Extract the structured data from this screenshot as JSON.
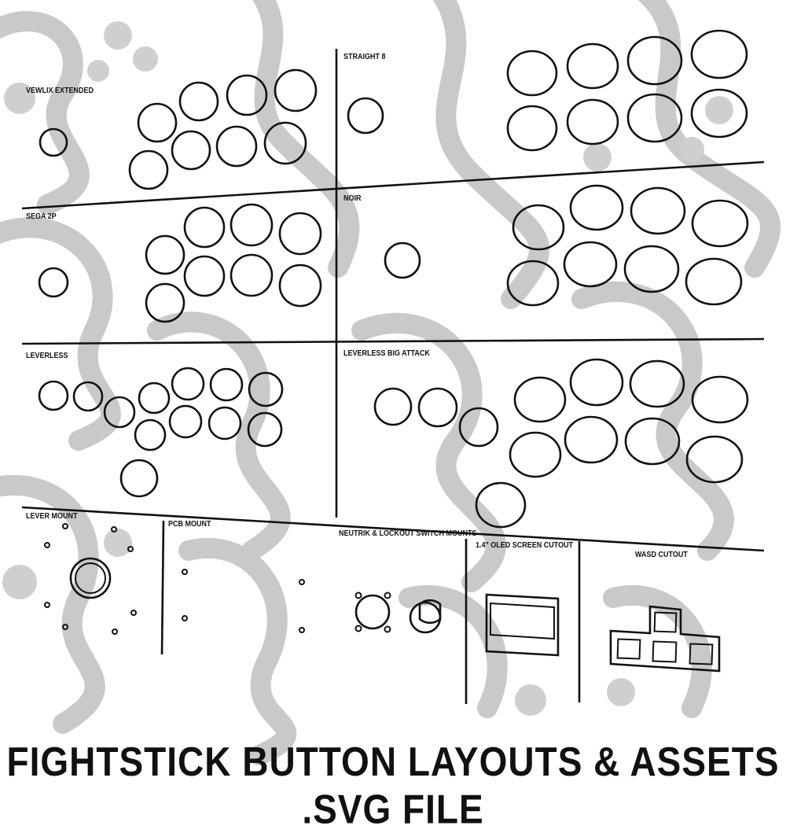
{
  "title": "FIGHTSTICK BUTTON LAYOUTS & ASSETS .SVG FILE",
  "colors": {
    "outline": "#111111",
    "background_pattern": "#c9c9c9",
    "page": "#ffffff"
  },
  "sections": [
    {
      "id": "vewlix-extended",
      "label": "VEWLIX EXTENDED"
    },
    {
      "id": "straight-8",
      "label": "STRAIGHT 8"
    },
    {
      "id": "sega-2p",
      "label": "SEGA 2P"
    },
    {
      "id": "noir",
      "label": "NOIR"
    },
    {
      "id": "leverless",
      "label": "LEVERLESS"
    },
    {
      "id": "leverless-big-attack",
      "label": "LEVERLESS BIG ATTACK"
    },
    {
      "id": "lever-mount",
      "label": "LEVER MOUNT"
    },
    {
      "id": "pcb-mount",
      "label": "PCB MOUNT"
    },
    {
      "id": "neutrik-lockout",
      "label": "NEUTRIK & LOCKOUT SWITCH MOUNTS"
    },
    {
      "id": "oled-cutout",
      "label": "1.4\" OLED SCREEN CUTOUT"
    },
    {
      "id": "wasd-cutout",
      "label": "WASD CUTOUT"
    }
  ]
}
